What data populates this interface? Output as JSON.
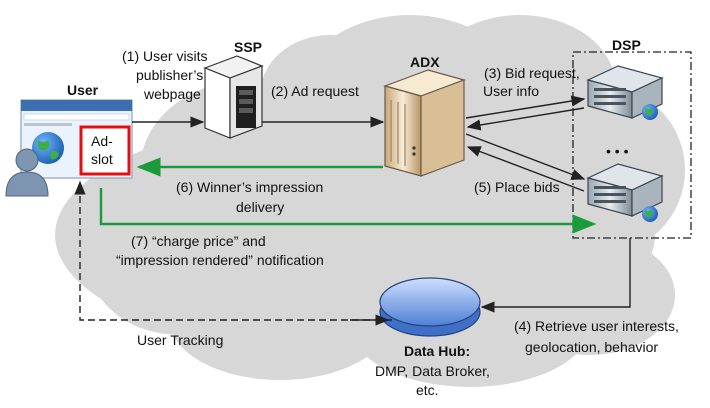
{
  "title": "",
  "nodes": {
    "user": "User",
    "adslot_line1": "Ad-",
    "adslot_line2": "slot",
    "ssp": "SSP",
    "adx": "ADX",
    "dsp": "DSP",
    "datahub_title": "Data Hub:",
    "datahub_line1": "DMP, Data Broker,",
    "datahub_line2": "etc.",
    "dsp_ellipsis": "• • •"
  },
  "steps": {
    "s1_line1": "(1) User visits",
    "s1_line2": "publisher’s",
    "s1_line3": "webpage",
    "s2": "(2) Ad request",
    "s3_line1": "(3) Bid request,",
    "s3_line2": "User info",
    "s4_line1": "(4) Retrieve user interests,",
    "s4_line2": "geolocation, behavior",
    "s5": "(5) Place bids",
    "s6_line1": "(6) Winner’s impression",
    "s6_line2": "delivery",
    "s7_line1": "(7) “charge price” and",
    "s7_line2": "“impression rendered” notification",
    "tracking": "User Tracking"
  },
  "colors": {
    "cloud": "#d7d7d7",
    "green_arrow": "#1a9a3a",
    "adslot_border": "#e01010",
    "black_arrow": "#222222"
  }
}
